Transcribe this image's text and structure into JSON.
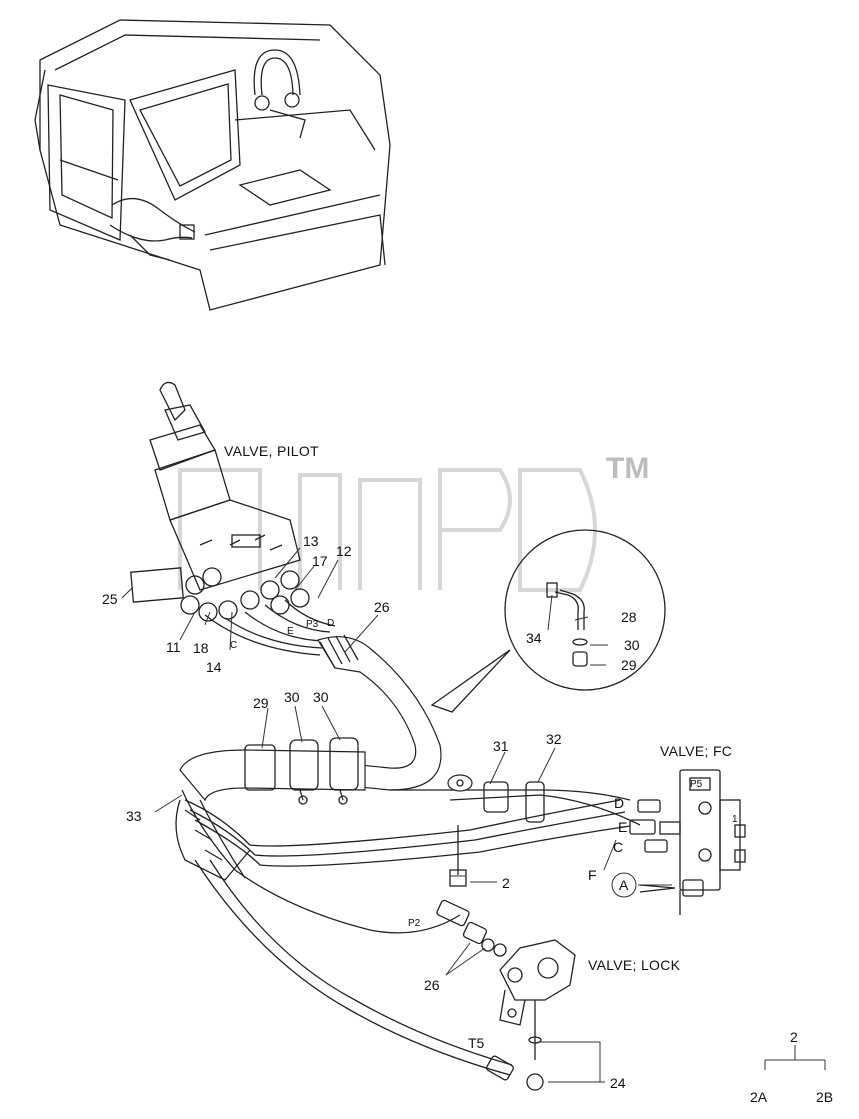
{
  "watermark": {
    "tm": "TM"
  },
  "captions": {
    "valve_pilot": "VALVE, PILOT",
    "valve_fc": "VALVE; FC",
    "valve_lock": "VALVE; LOCK"
  },
  "parts": {
    "p25": "25",
    "p11": "11",
    "p18": "18",
    "p14": "14",
    "p13": "13",
    "p17": "17",
    "p12": "12",
    "p26a": "26",
    "p28": "28",
    "p34": "34",
    "p30a": "30",
    "p29a": "29",
    "p29b": "29",
    "p30b": "30",
    "p30c": "30",
    "p31": "31",
    "p32": "32",
    "p33": "33",
    "p2": "2",
    "p26b": "26",
    "p24": "24",
    "tree_root": "2",
    "tree_a": "2A",
    "tree_b": "2B"
  },
  "ports": {
    "c1": "C",
    "e": "E",
    "p3": "P3",
    "d1": "D",
    "d2": "D",
    "e2": "E",
    "c2": "C",
    "f": "F",
    "p2": "P2",
    "t5": "T5",
    "a_callout": "A",
    "fc1": "1",
    "fc_top": "P5"
  }
}
